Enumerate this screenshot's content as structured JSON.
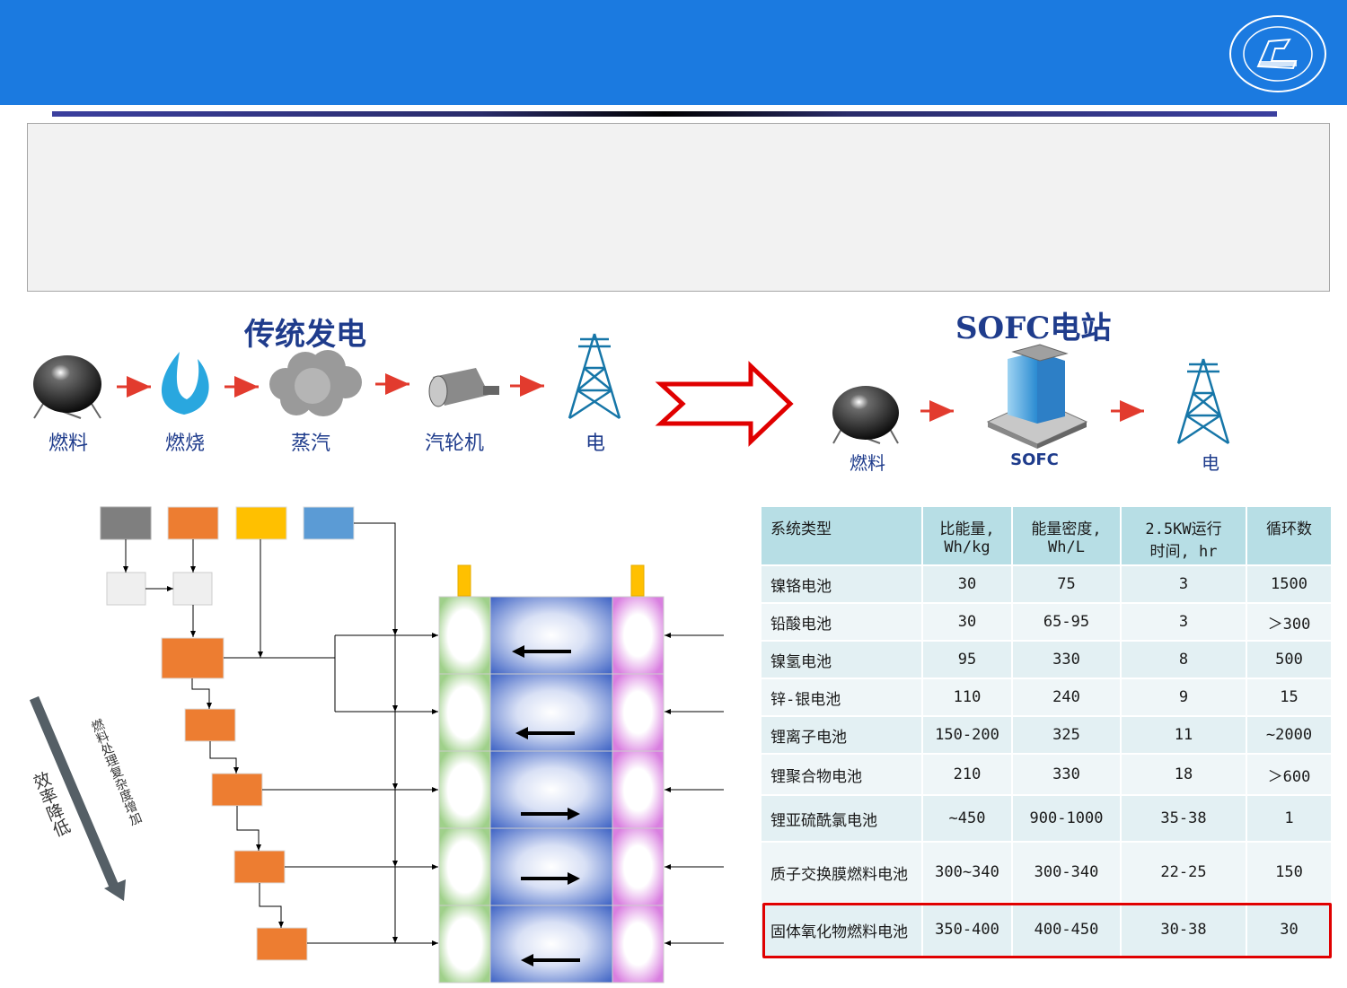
{
  "header": {
    "logo_icon": "university-seal-icon"
  },
  "traditional": {
    "title": "传统发电",
    "steps": [
      {
        "label": "燃料",
        "icon": "fuel-tank-icon"
      },
      {
        "label": "燃烧",
        "icon": "flame-icon"
      },
      {
        "label": "蒸汽",
        "icon": "steam-cloud-icon"
      },
      {
        "label": "汽轮机",
        "icon": "turbine-icon"
      },
      {
        "label": "电",
        "icon": "power-tower-icon"
      }
    ]
  },
  "sofc": {
    "title": "SOFC电站",
    "steps": [
      {
        "label": "燃料",
        "icon": "fuel-tank-icon"
      },
      {
        "label": "SOFC",
        "icon": "sofc-stack-icon"
      },
      {
        "label": "电",
        "icon": "power-tower-icon"
      }
    ]
  },
  "diagram": {
    "left_arrow_label_1": "效率降低",
    "left_arrow_label_2": "燃料处理复杂度增加",
    "colors": {
      "gray": "#7f7f7f",
      "orange": "#ed7d31",
      "yellow": "#ffc000",
      "blue": "#5b9bd5",
      "green": "#a9d18e",
      "purple": "#e08ae6"
    }
  },
  "table": {
    "headers": [
      "系统类型",
      "比能量,\nWh/kg",
      "能量密度,\nWh/L",
      "2.5KW运行\n时间, hr",
      "循环数"
    ],
    "rows": [
      [
        "镍铬电池",
        "30",
        "75",
        "3",
        "1500"
      ],
      [
        "铅酸电池",
        "30",
        "65-95",
        "3",
        "＞300"
      ],
      [
        "镍氢电池",
        "95",
        "330",
        "8",
        "500"
      ],
      [
        "锌-银电池",
        "110",
        "240",
        "9",
        "15"
      ],
      [
        "锂离子电池",
        "150-200",
        "325",
        "11",
        "~2000"
      ],
      [
        "锂聚合物电池",
        "210",
        "330",
        "18",
        "＞600"
      ],
      [
        "锂亚硫酰氯电池",
        "~450",
        "900-1000",
        "35-38",
        "1"
      ],
      [
        "质子交换膜燃料电池",
        "300~340",
        "300-340",
        "22-25",
        "150"
      ],
      [
        "固体氧化物燃料电池",
        "350-400",
        "400-450",
        "30-38",
        "30"
      ]
    ],
    "highlight_row": 8,
    "highlight_color": "#e00000"
  }
}
